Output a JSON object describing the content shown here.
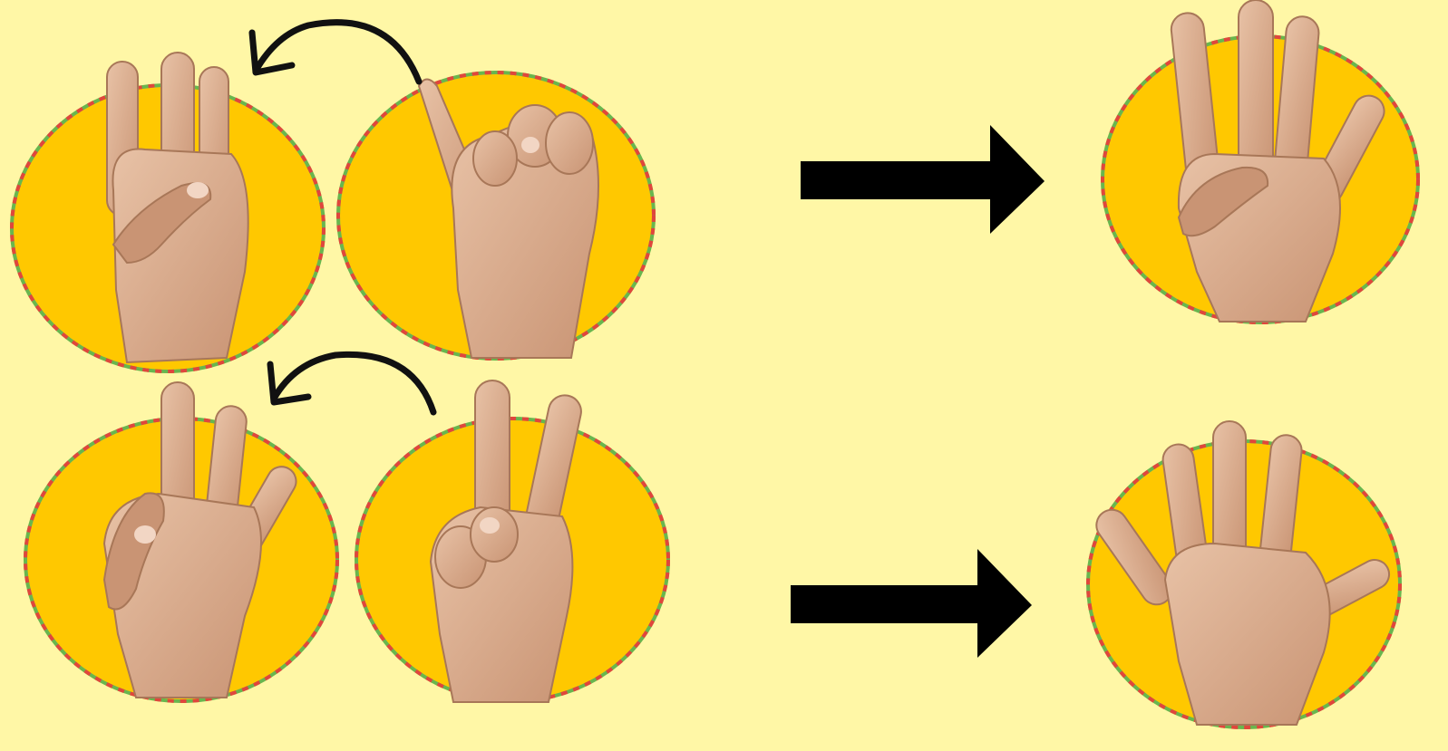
{
  "colors": {
    "background": "#fff7a6",
    "circle_fill": "#ffc800",
    "circle_border_a": "#e0463c",
    "circle_border_b": "#68b64e",
    "skin": "#ddb193",
    "skin_shadow": "#b98866",
    "nail": "#f2d6c4",
    "arrow": "#000000"
  },
  "diagram": {
    "rows": [
      {
        "first_hand": "three-fingers-hand-sign",
        "second_hand": "one-finger-hand-sign",
        "merge_arrow": "curved-left-arrow-icon",
        "result_arrow": "right-arrow-icon",
        "result_hand": "four-fingers-hand-sign"
      },
      {
        "first_hand": "three-fingers-hand-sign",
        "second_hand": "two-fingers-hand-sign",
        "merge_arrow": "curved-left-arrow-icon",
        "result_arrow": "right-arrow-icon",
        "result_hand": "five-fingers-hand-sign"
      }
    ]
  }
}
